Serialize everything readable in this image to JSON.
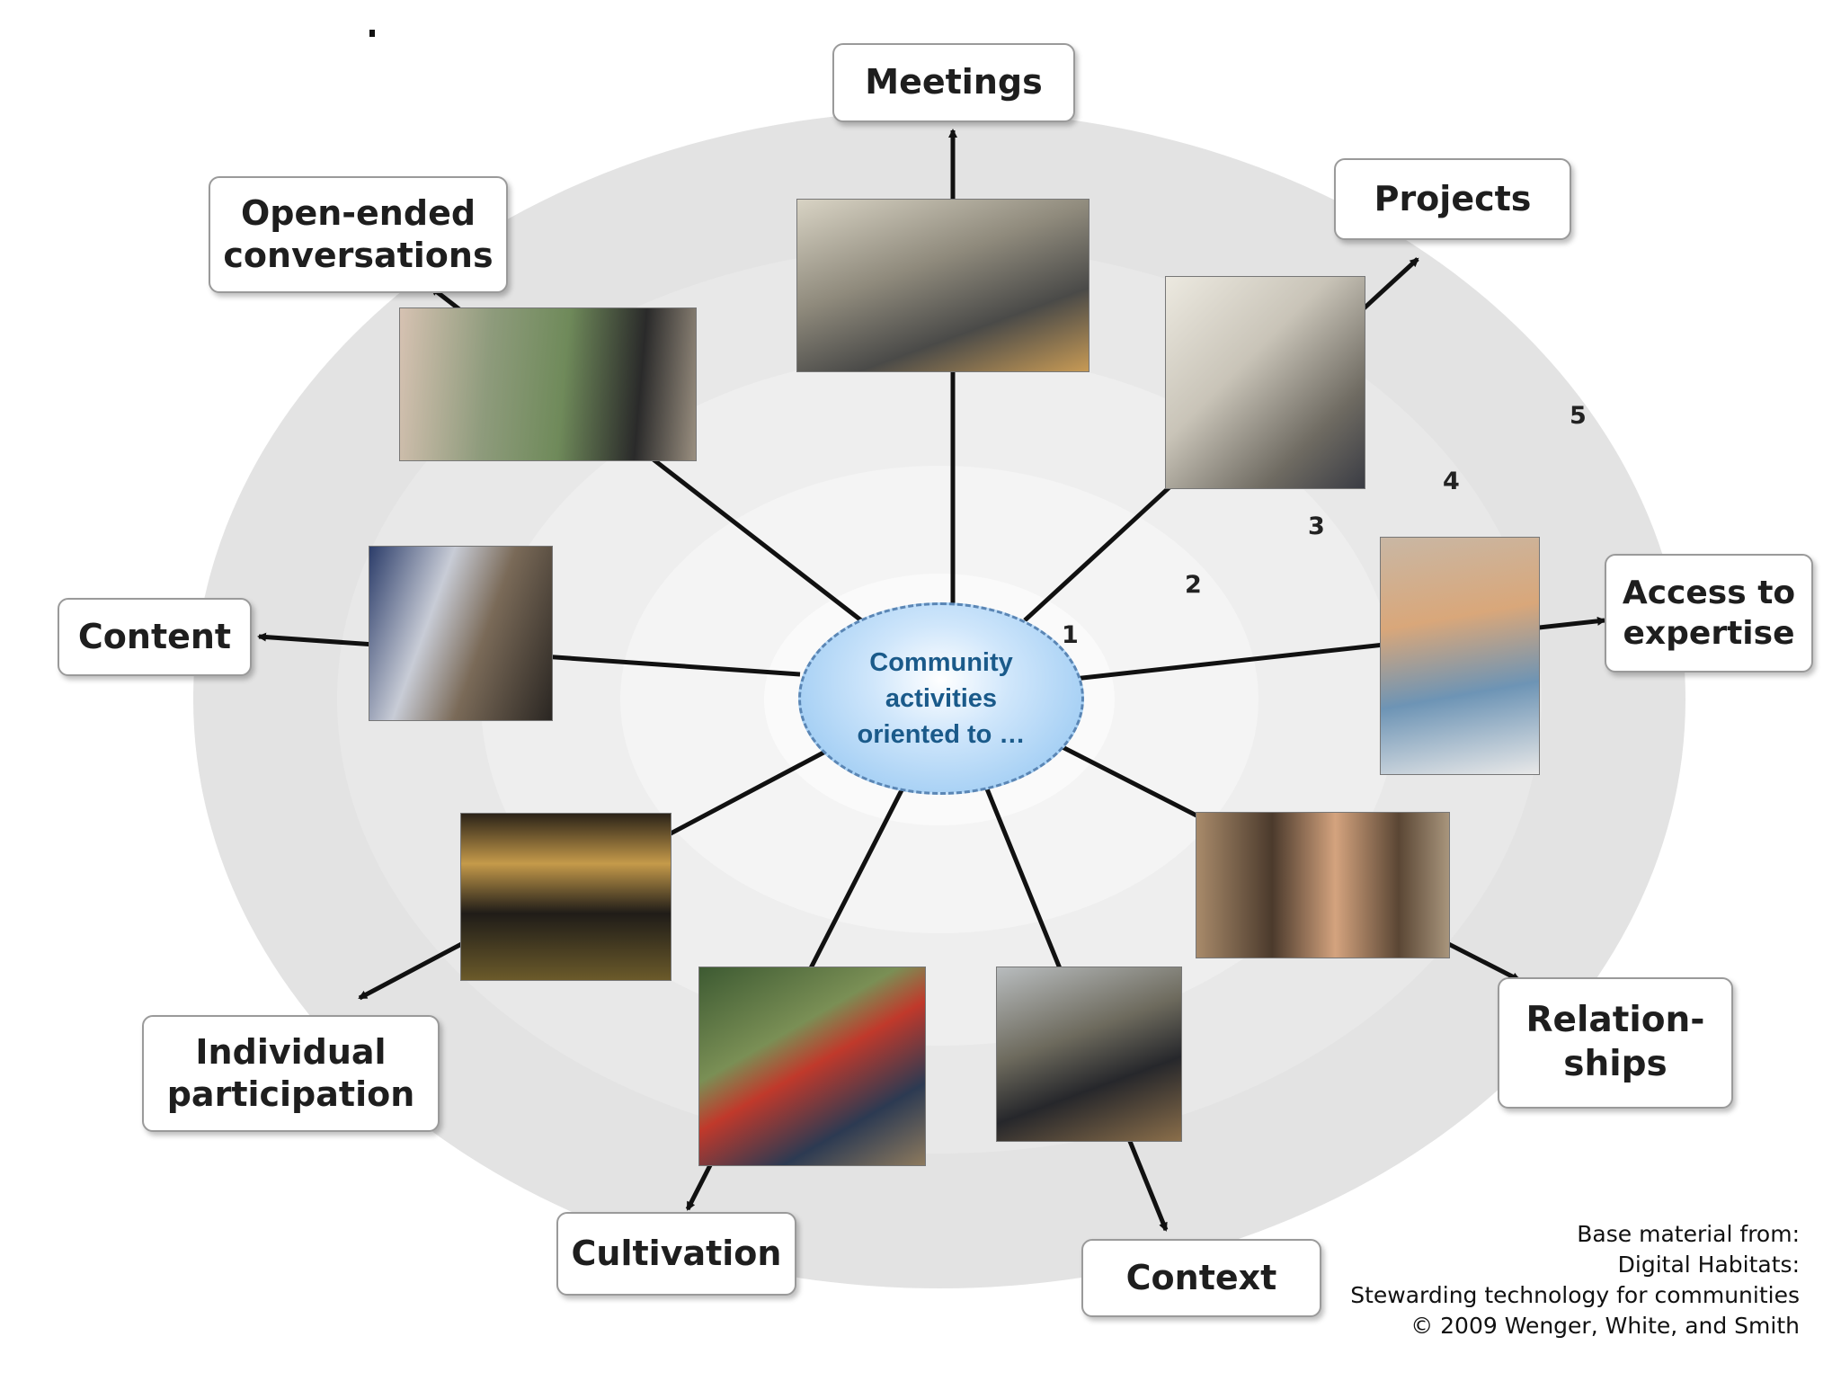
{
  "hub": {
    "lines": [
      "Community",
      "activities",
      "oriented to …"
    ]
  },
  "categories": {
    "meetings": {
      "lines": [
        "Meetings"
      ]
    },
    "projects": {
      "lines": [
        "Projects"
      ]
    },
    "access": {
      "lines": [
        "Access to",
        "expertise"
      ]
    },
    "relationships": {
      "lines": [
        "Relation-",
        "ships"
      ]
    },
    "context": {
      "lines": [
        "Context"
      ]
    },
    "cultivation": {
      "lines": [
        "Cultivation"
      ]
    },
    "individual": {
      "lines": [
        "Individual",
        "participation"
      ]
    },
    "content": {
      "lines": [
        "Content"
      ]
    },
    "conversations": {
      "lines": [
        "Open-ended",
        "conversations"
      ]
    }
  },
  "ring_numbers": [
    "1",
    "2",
    "3",
    "4",
    "5"
  ],
  "credit": {
    "line1": "Base material from:",
    "line2": "Digital Habitats:",
    "line3": "Stewarding technology for communities",
    "line4": "© 2009 Wenger, White, and Smith"
  },
  "colors": {
    "rings": "#e2e2e2",
    "hub_text": "#1a5a8a",
    "hub_fill": "#8cc2f0"
  }
}
